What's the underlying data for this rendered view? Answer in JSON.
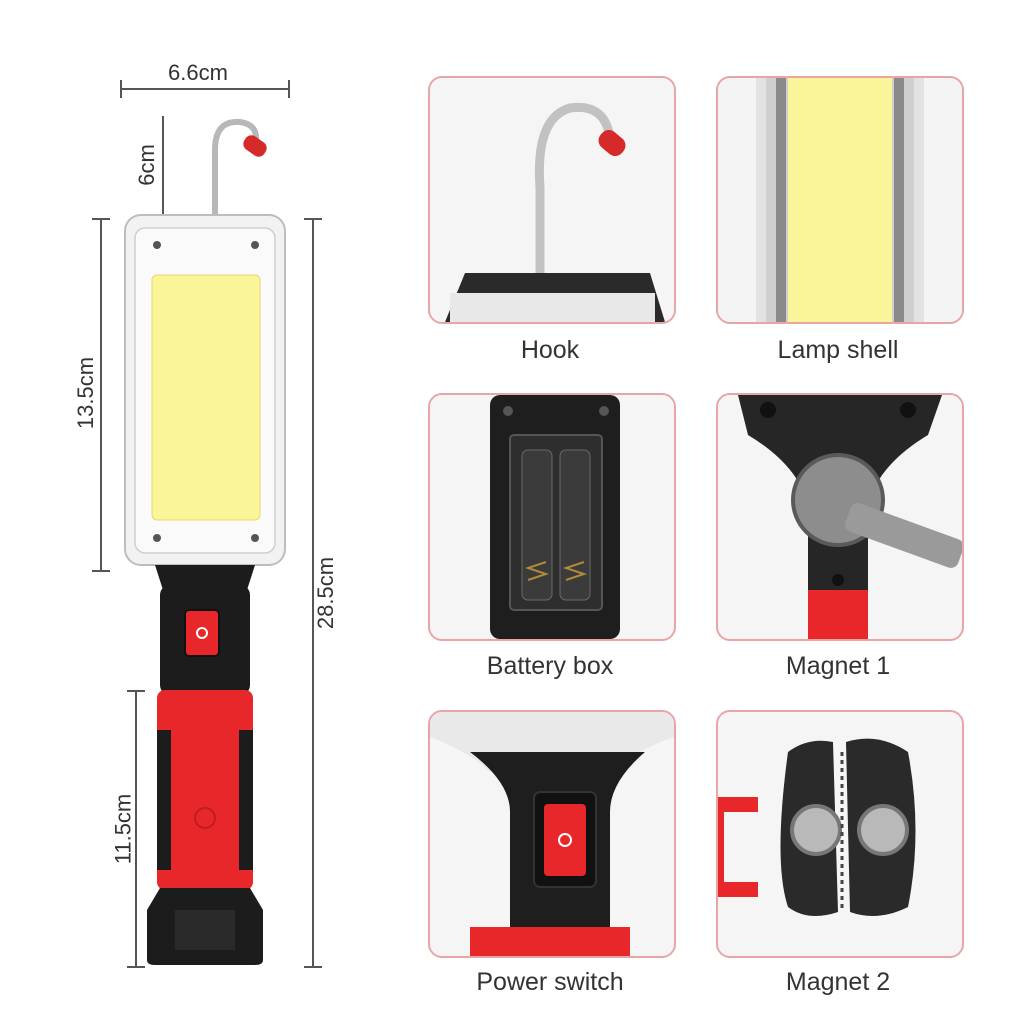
{
  "dimensions": {
    "width_top": "6.6cm",
    "hook_height": "6cm",
    "lamp_height": "13.5cm",
    "total_height": "28.5cm",
    "handle_height": "11.5cm"
  },
  "panels": [
    {
      "label": "Hook"
    },
    {
      "label": "Lamp shell"
    },
    {
      "label": "Battery box"
    },
    {
      "label": "Magnet 1"
    },
    {
      "label": "Power switch"
    },
    {
      "label": "Magnet 2"
    }
  ],
  "colors": {
    "panel_border": "#e9a4a4",
    "cob_yellow": "#fbf59a",
    "handle_red": "#e8272b",
    "body_black": "#1c1c1c"
  }
}
